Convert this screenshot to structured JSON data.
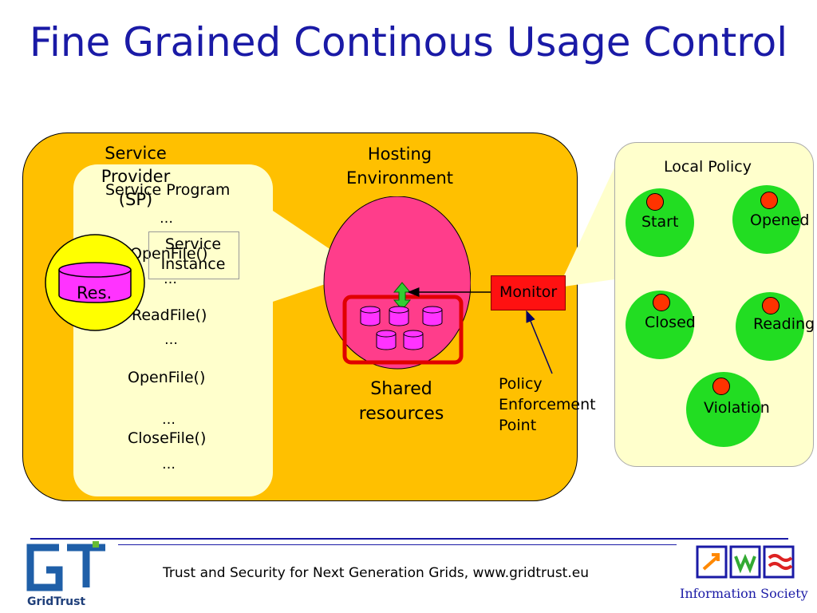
{
  "title": "Fine Grained Continous Usage Control",
  "hosting_environment": {
    "line1": "Hosting",
    "line2": "Environment"
  },
  "service_provider": {
    "line1": "Service",
    "line2": "Provider",
    "line3": "(SP)"
  },
  "resource_label": "Res.",
  "service_program": {
    "title": "Service Program",
    "lines": [
      "…",
      "OpenFile()",
      "…",
      "ReadFile()",
      "…",
      "OpenFile()",
      "…",
      "CloseFile()",
      "…"
    ]
  },
  "service_instance": {
    "line1": "Service",
    "line2": "Instance"
  },
  "shared_resources": {
    "line1": "Shared",
    "line2": "resources"
  },
  "monitor_label": "Monitor",
  "pep": {
    "line1": "Policy",
    "line2": "Enforcement",
    "line3": "Point"
  },
  "local_policy": {
    "title": "Local Policy",
    "states": {
      "start": "Start",
      "opened": "Opened",
      "closed": "Closed",
      "reading": "Reading",
      "violation": "Violation"
    }
  },
  "footer": {
    "text": "Trust and Security for Next Generation Grids, www.gridtrust.eu",
    "logo_left": "GridTrust",
    "logo_right": "Information Society"
  },
  "colors": {
    "title": "#1a1aa6",
    "host_env": "#ffc000",
    "panel": "#ffffcc",
    "state": "#22dd22",
    "monitor": "#ff1111",
    "shared_circle": "#ff3d8b",
    "resource": "#ff33ff"
  }
}
